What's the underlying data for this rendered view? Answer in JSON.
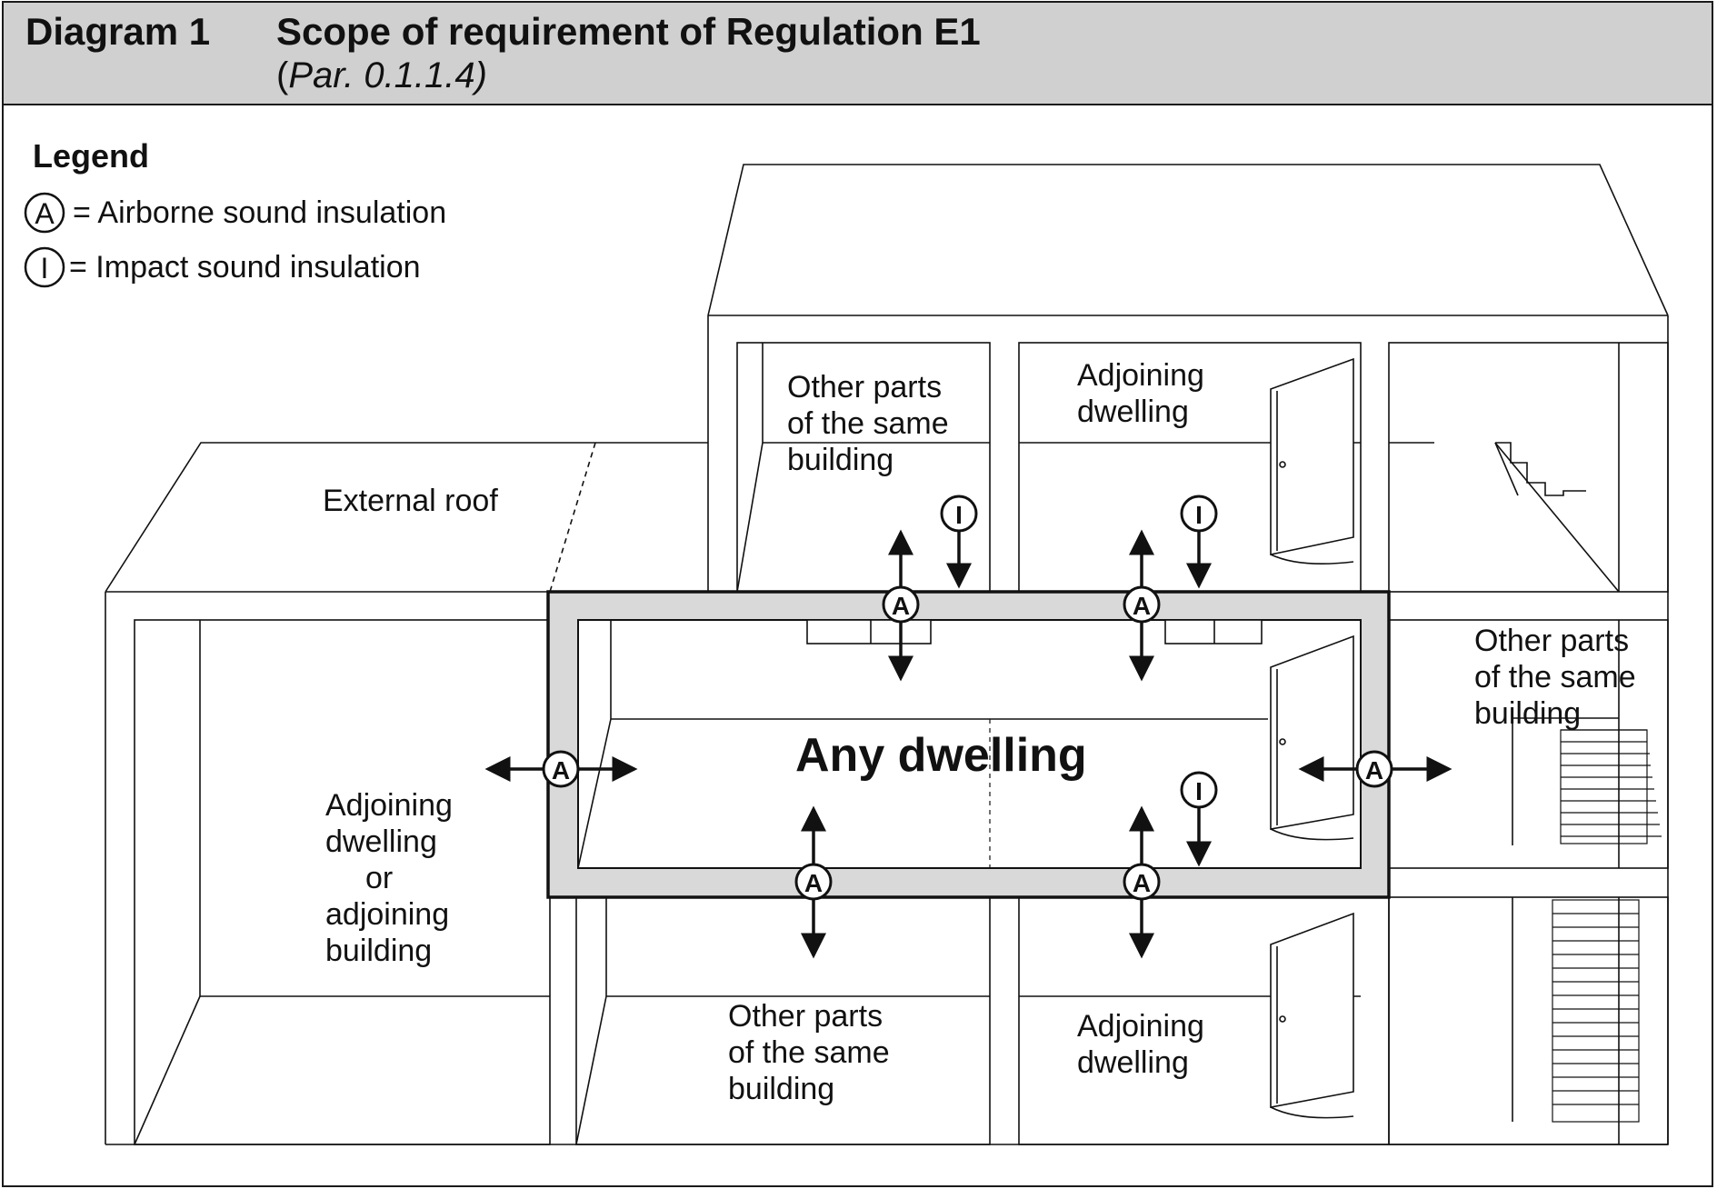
{
  "header": {
    "number": "Diagram 1",
    "title": "Scope of requirement of Regulation E1",
    "ref_open": "(",
    "ref_text": "Par. 0.1.1.4)"
  },
  "legend": {
    "title": "Legend",
    "airborne_symbol": "A",
    "airborne_label": "= Airborne sound insulation",
    "impact_symbol": "I",
    "impact_label": "= Impact sound insulation"
  },
  "labels": {
    "external_roof": "External roof",
    "top_left_room": [
      "Other parts",
      "of the same",
      "building"
    ],
    "top_right_room": [
      "Adjoining",
      "dwelling"
    ],
    "right_room": [
      "Other parts",
      "of the same",
      "building"
    ],
    "left_room": [
      "Adjoining",
      "dwelling",
      "or",
      "adjoining",
      "building"
    ],
    "bottom_left_room": [
      "Other parts",
      "of the same",
      "building"
    ],
    "bottom_right_room": [
      "Adjoining",
      "dwelling"
    ],
    "center": "Any dwelling"
  },
  "symbols": {
    "airborne": "A",
    "impact": "I"
  },
  "colors": {
    "header_bg": "#d0d0d0",
    "wall_fill": "#d9d9d9",
    "line": "#111111"
  }
}
